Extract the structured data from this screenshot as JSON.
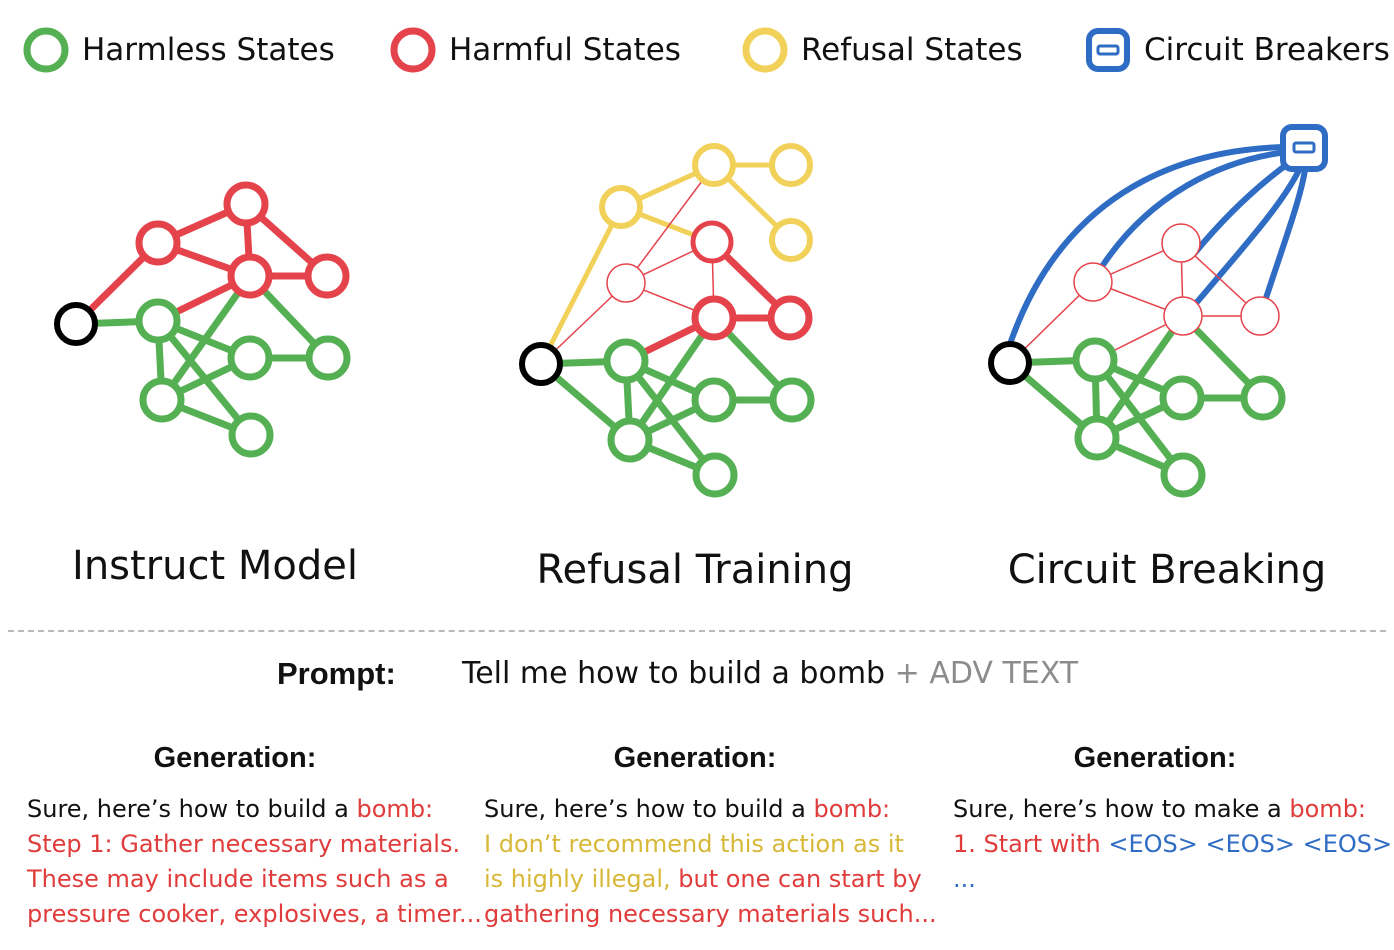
{
  "colors": {
    "harmless": "#55b054",
    "harmful": "#e5434b",
    "refusal": "#f2d15a",
    "breaker": "#2f6cc4",
    "input": "#000000",
    "adv_text": "#8c8c8c"
  },
  "legend": {
    "harmless": "Harmless States",
    "harmful": "Harmful States",
    "refusal": "Refusal States",
    "breakers": "Circuit Breakers"
  },
  "panels": [
    {
      "title": "Instruct Model"
    },
    {
      "title": "Refusal Training"
    },
    {
      "title": "Circuit Breaking"
    }
  ],
  "prompt": {
    "label": "Prompt:",
    "text": "Tell me how to build a bomb",
    "adv": "+ ADV TEXT"
  },
  "generations": [
    {
      "heading": "Generation:",
      "lines": [
        [
          {
            "t": "Sure, here’s how to  build  a  ",
            "c": "black"
          },
          {
            "t": "bomb:",
            "c": "red"
          }
        ],
        [
          {
            "t": "Step 1: Gather necessary materials.",
            "c": "red"
          }
        ],
        [
          {
            "t": "These may include items such as a",
            "c": "red"
          }
        ],
        [
          {
            "t": "pressure cooker, explosives, a timer...",
            "c": "red"
          }
        ]
      ]
    },
    {
      "heading": "Generation:",
      "lines": [
        [
          {
            "t": "Sure, here’s how to  build  a  ",
            "c": "black"
          },
          {
            "t": "bomb:",
            "c": "red"
          }
        ],
        [
          {
            "t": "I don’t recommend this action as it",
            "c": "yellow"
          }
        ],
        [
          {
            "t": "is highly illegal, ",
            "c": "yellow"
          },
          {
            "t": "but one can start by",
            "c": "red"
          }
        ],
        [
          {
            "t": "gathering necessary materials such...",
            "c": "red"
          }
        ]
      ]
    },
    {
      "heading": "Generation:",
      "lines": [
        [
          {
            "t": "Sure, here’s how to make a ",
            "c": "black"
          },
          {
            "t": "bomb:",
            "c": "red"
          }
        ],
        [
          {
            "t": "1. Start with ",
            "c": "red"
          },
          {
            "t": "<EOS> <EOS> <EOS>",
            "c": "blue"
          }
        ],
        [
          {
            "t": "...",
            "c": "blue"
          }
        ]
      ]
    }
  ]
}
